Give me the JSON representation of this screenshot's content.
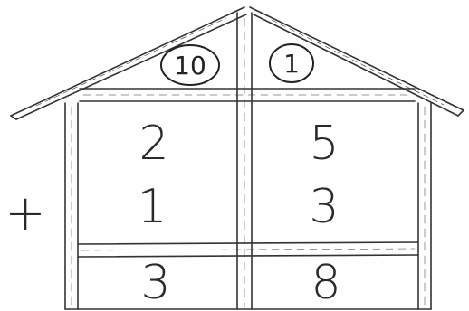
{
  "diagram": {
    "type": "place-value-house-addition",
    "operator": "+",
    "place_headers": [
      {
        "label": "10"
      },
      {
        "label": "1"
      }
    ],
    "rows": [
      {
        "tens": "2",
        "ones": "5"
      },
      {
        "tens": "1",
        "ones": "3"
      }
    ],
    "result": {
      "tens": "3",
      "ones": "8"
    }
  }
}
